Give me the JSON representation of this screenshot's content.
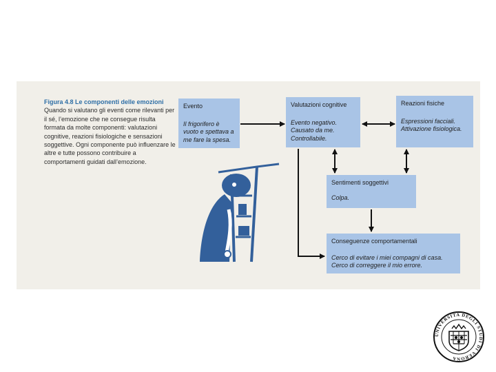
{
  "caption": {
    "figure_number": "Figura 4.8",
    "figure_title": "Le componenti delle emozioni",
    "text": "Quando si valutano gli eventi come rilevanti per il sé, l’emozione che ne consegue risulta formata da molte componenti: valutazioni cognitive, reazioni fisiologiche e sensazioni soggettive. Ogni componente può influenzare le altre e tutte possono contribuire a comportamenti guidati dall’emozione."
  },
  "boxes": {
    "evento": {
      "title": "Evento",
      "text": "Il frigorifero è vuoto e spettava a me fare la spesa."
    },
    "valutazioni": {
      "title": "Valutazioni cognitive",
      "text": "Evento negativo. Causato da me. Controllabile."
    },
    "reazioni": {
      "title": "Reazioni fisiche",
      "text": "Espressioni facciali. Attivazione fisiologica."
    },
    "sentimenti": {
      "title": "Sentimenti soggettivi",
      "text": "Colpa."
    },
    "conseguenze": {
      "title": "Conseguenze comportamentali",
      "text": "Cerco di evitare i miei compagni di casa. Cerco di correggere il mio errore."
    }
  },
  "colors": {
    "box_fill": "#a9c4e6",
    "illustration": "#33609b",
    "caption_accent": "#2f6fa6",
    "scan_background": "#f1efe9",
    "arrow": "#111111"
  },
  "seal": {
    "text": "UNIVERSITA DEGLI STUDI DI VERONA"
  }
}
